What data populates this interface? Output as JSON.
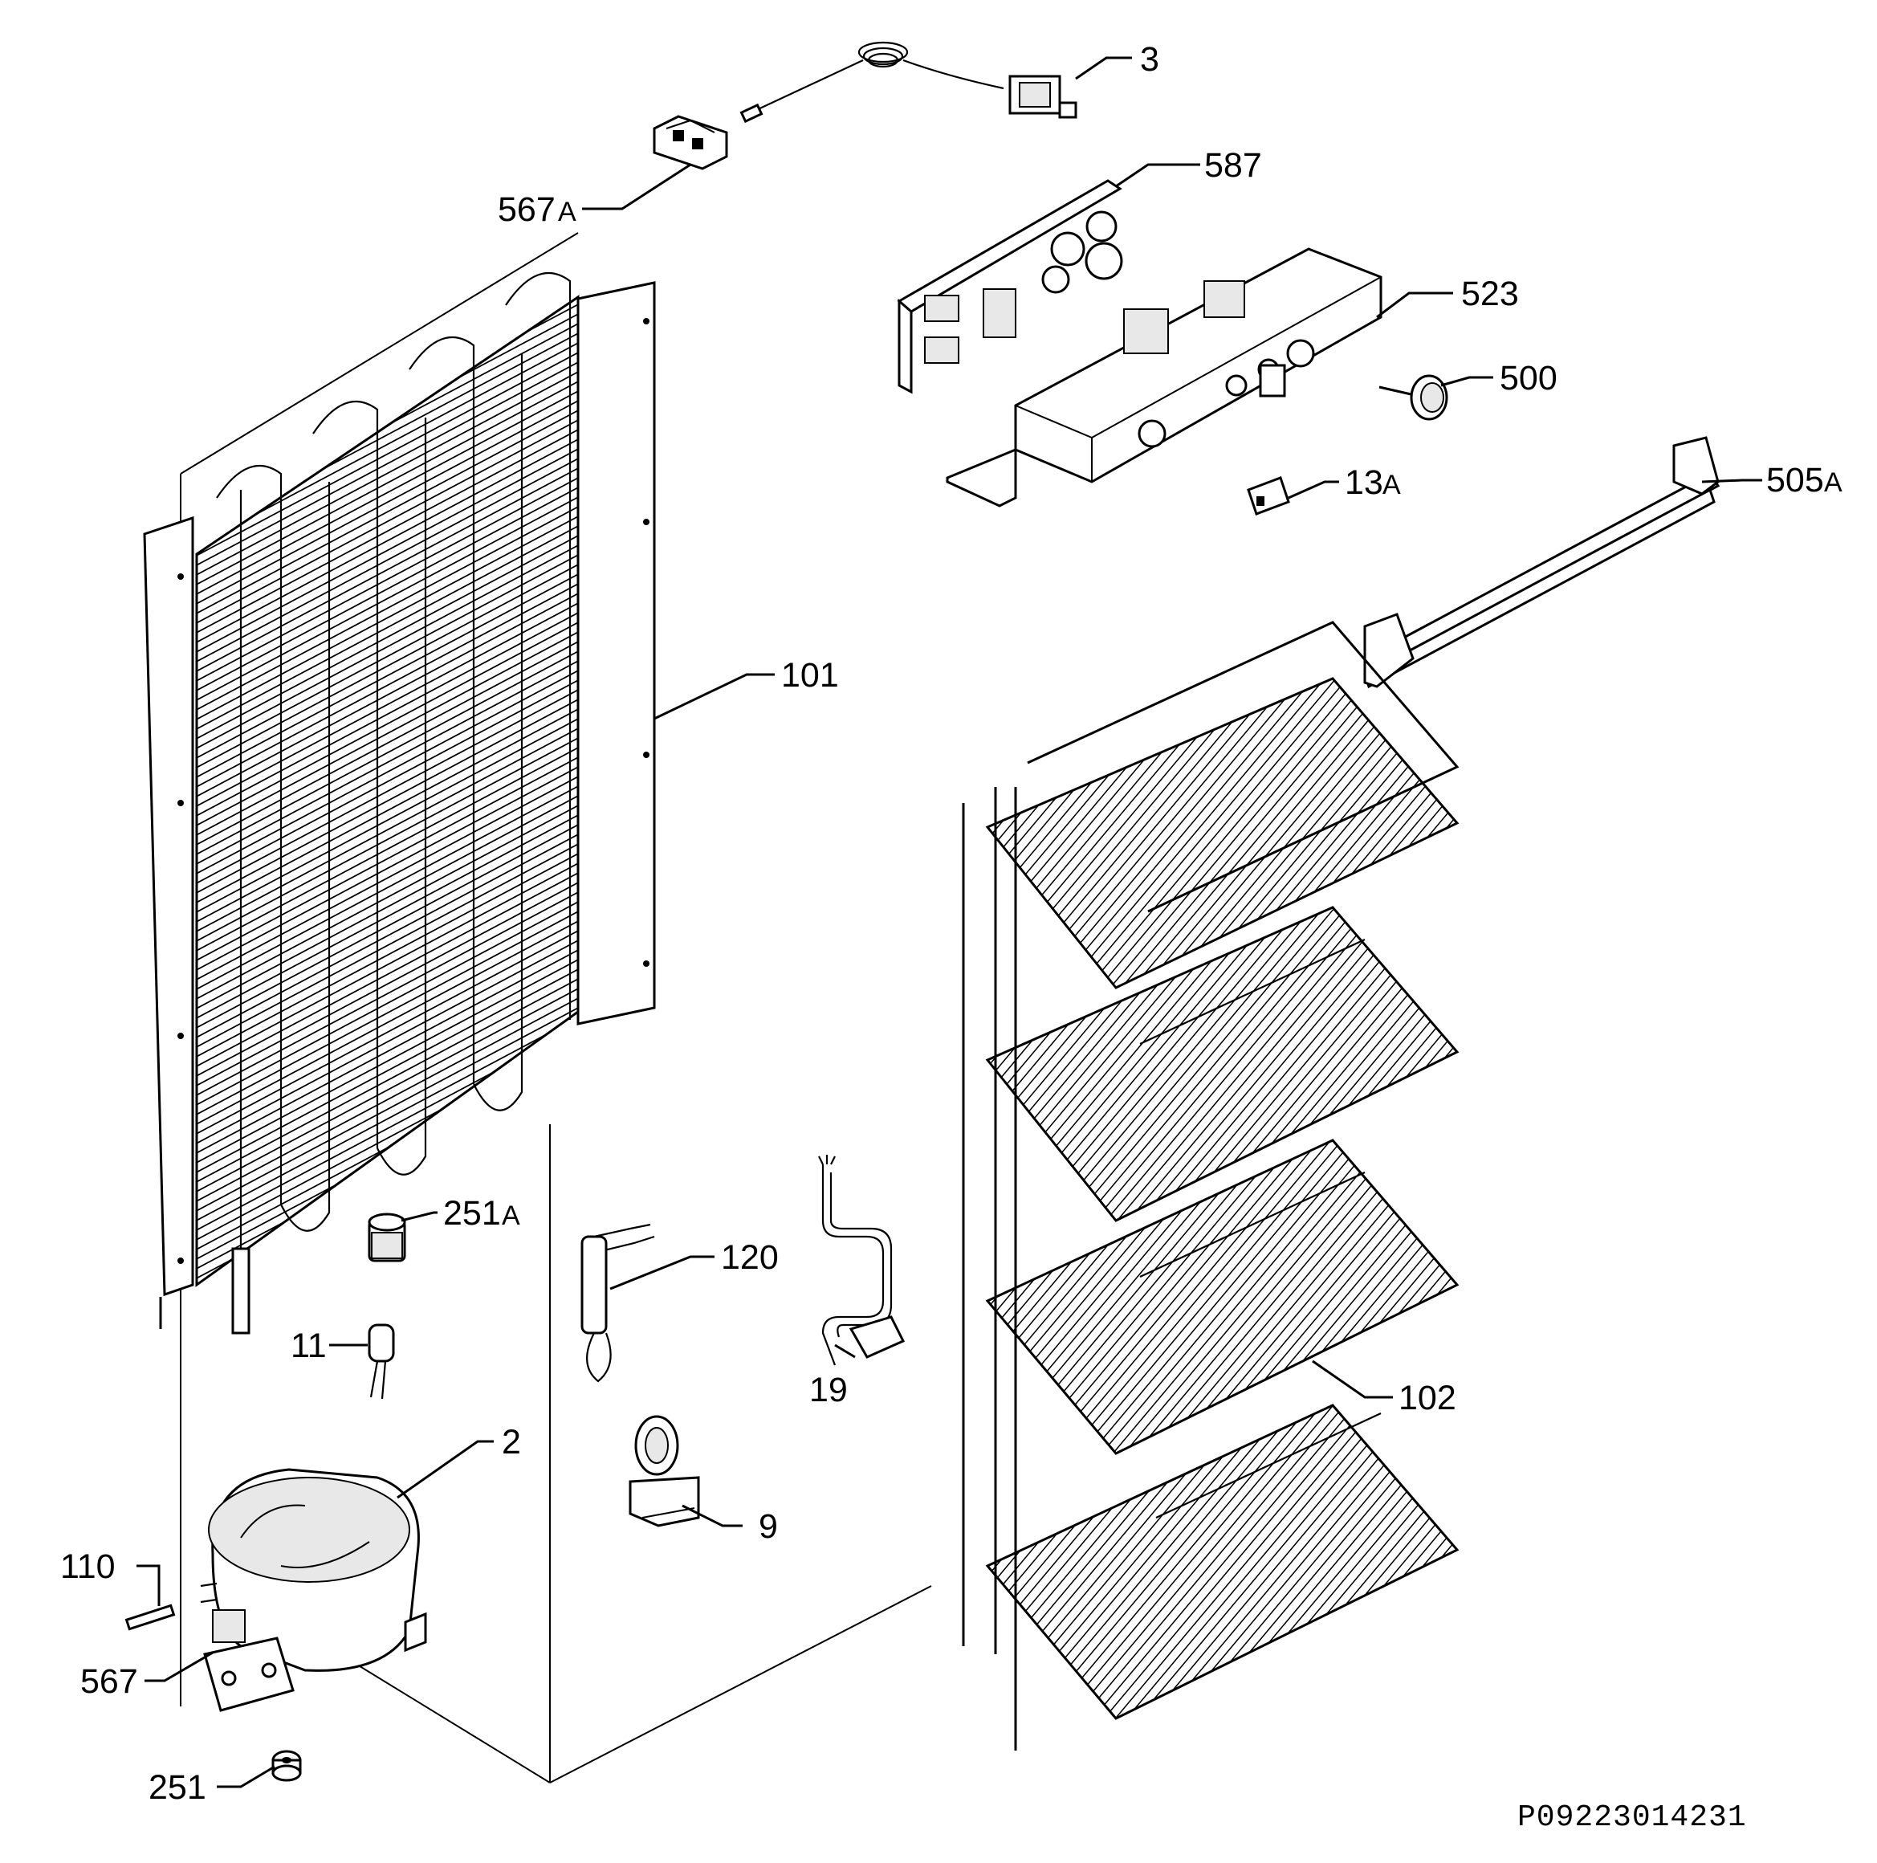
{
  "diagram": {
    "drawing_code": "P09223014231",
    "callouts": {
      "thermostat": "3",
      "clip_567a": "567",
      "clip_567a_suffix": "A",
      "pcb": "587",
      "control_housing": "523",
      "knob": "500",
      "lamp_cover": "13",
      "lamp_cover_suffix": "A",
      "trim_strip": "505",
      "trim_strip_suffix": "A",
      "condenser": "101",
      "evaporator": "102",
      "grommet_251a": "251",
      "grommet_251a_suffix": "A",
      "relay_120": "120",
      "filter_dryer_11": "11",
      "power_cord_19": "19",
      "compressor": "2",
      "bracket_9": "9",
      "pin_110": "110",
      "clip_567": "567",
      "grommet_251": "251"
    }
  }
}
